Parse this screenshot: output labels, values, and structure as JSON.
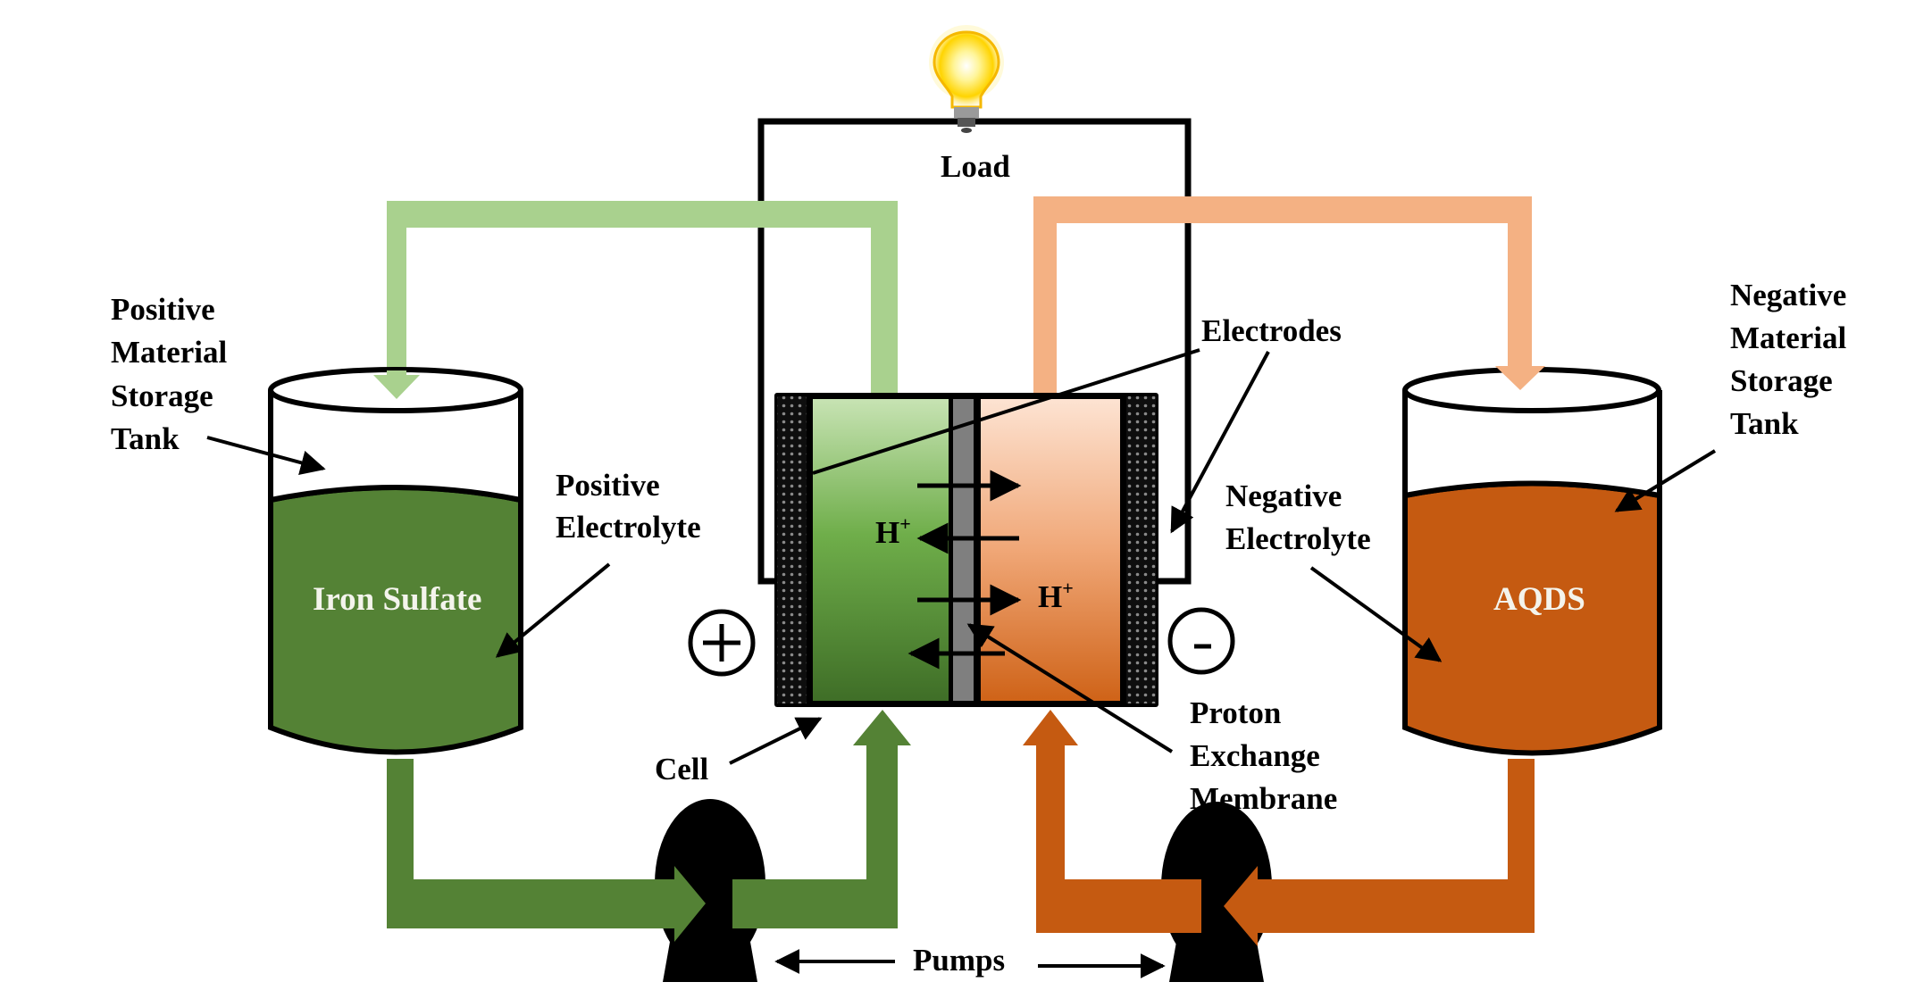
{
  "title": "Aqueous organic redox flow battery schematic",
  "colors": {
    "positive_light": "#a9d18e",
    "positive_dark": "#548235",
    "negative_light": "#f4b183",
    "negative_dark": "#c55a11",
    "membrane": "#7f7f7f",
    "electrode": "#111111",
    "wire": "#000000"
  },
  "load": {
    "label": "Load",
    "icon": "light-bulb-icon"
  },
  "left_tank": {
    "callout": [
      "Positive",
      "Material",
      "Storage",
      "Tank"
    ],
    "content_label": "Iron Sulfate",
    "electrolyte_callout": [
      "Positive",
      "Electrolyte"
    ]
  },
  "right_tank": {
    "callout": [
      "Negative",
      "Material",
      "Storage",
      "Tank"
    ],
    "content_label": "AQDS",
    "electrolyte_callout": [
      "Negative",
      "Electrolyte"
    ]
  },
  "cell": {
    "label": "Cell",
    "electrodes_label": "Electrodes",
    "membrane_callout": [
      "Proton",
      "Exchange",
      "Membrane"
    ],
    "ion_label": "H",
    "ion_charge": "+",
    "positive_terminal": "+",
    "negative_terminal": "-",
    "proton_arrows": [
      "right",
      "left",
      "right",
      "left"
    ]
  },
  "pumps": {
    "label": "Pumps",
    "count": 2
  }
}
